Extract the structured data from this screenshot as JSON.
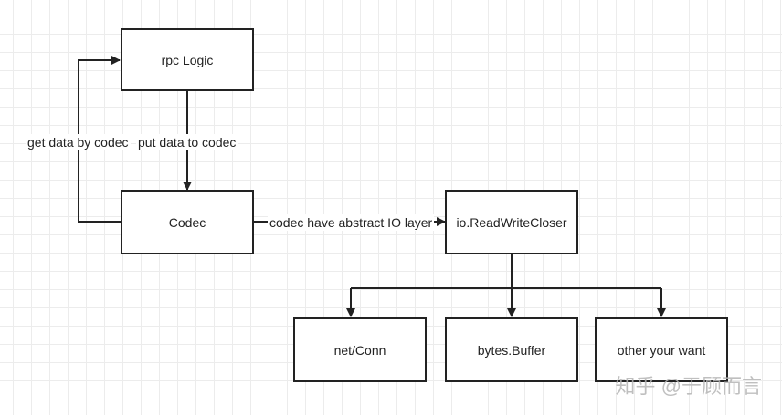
{
  "nodes": {
    "rpc_logic": "rpc Logic",
    "codec": "Codec",
    "io_rwc": "io.ReadWriteCloser",
    "net_conn": "net/Conn",
    "bytes_buffer": "bytes.Buffer",
    "other": "other your want"
  },
  "edges": {
    "get_data": "get data by codec",
    "put_data": "put data to codec",
    "abstract_io": "codec have abstract IO layer"
  },
  "watermark": "知乎 @于顾而言",
  "colors": {
    "line": "#222222",
    "grid": "#ececec"
  }
}
